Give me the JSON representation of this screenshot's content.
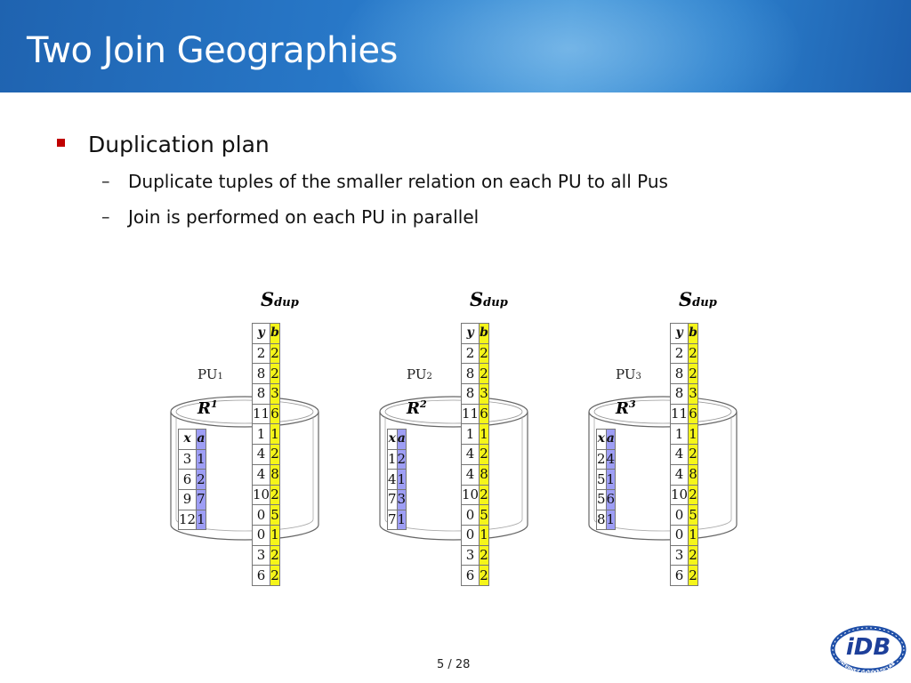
{
  "slide": {
    "title": "Two Join Geographies",
    "bullet": "Duplication plan",
    "subbullets": [
      "Duplicate tuples of the smaller relation on each PU to all Pus",
      "Join is performed on each PU in parallel"
    ],
    "page": "5 / 28"
  },
  "diagram": {
    "sdup_main": "S",
    "sdup_sub": "dup",
    "sdup_headers": [
      "y",
      "b"
    ],
    "sdup_rows": [
      [
        "2",
        "2"
      ],
      [
        "8",
        "2"
      ],
      [
        "8",
        "3"
      ],
      [
        "11",
        "6"
      ],
      [
        "1",
        "1"
      ],
      [
        "4",
        "2"
      ],
      [
        "4",
        "8"
      ],
      [
        "10",
        "2"
      ],
      [
        "0",
        "5"
      ],
      [
        "0",
        "1"
      ],
      [
        "3",
        "2"
      ],
      [
        "6",
        "2"
      ]
    ],
    "r_headers": [
      "x",
      "a"
    ],
    "pus": [
      {
        "pu_main": "PU",
        "pu_sub": "1",
        "r_main": "R",
        "r_sup": "1",
        "r_rows": [
          [
            "3",
            "1"
          ],
          [
            "6",
            "2"
          ],
          [
            "9",
            "7"
          ],
          [
            "12",
            "1"
          ]
        ]
      },
      {
        "pu_main": "PU",
        "pu_sub": "2",
        "r_main": "R",
        "r_sup": "2",
        "r_rows": [
          [
            "1",
            "2"
          ],
          [
            "4",
            "1"
          ],
          [
            "7",
            "3"
          ],
          [
            "7",
            "1"
          ]
        ]
      },
      {
        "pu_main": "PU",
        "pu_sub": "3",
        "r_main": "R",
        "r_sup": "3",
        "r_rows": [
          [
            "2",
            "4"
          ],
          [
            "5",
            "1"
          ],
          [
            "5",
            "6"
          ],
          [
            "8",
            "1"
          ]
        ]
      }
    ]
  },
  "logo": {
    "text": "iDB",
    "ring_text": "INTERNET DATABASE LAB"
  },
  "colors": {
    "header": "#2a7cc9",
    "bullet": "#c00000",
    "sdup_col": "#f5f51a",
    "r_col": "#9e9ef5"
  }
}
